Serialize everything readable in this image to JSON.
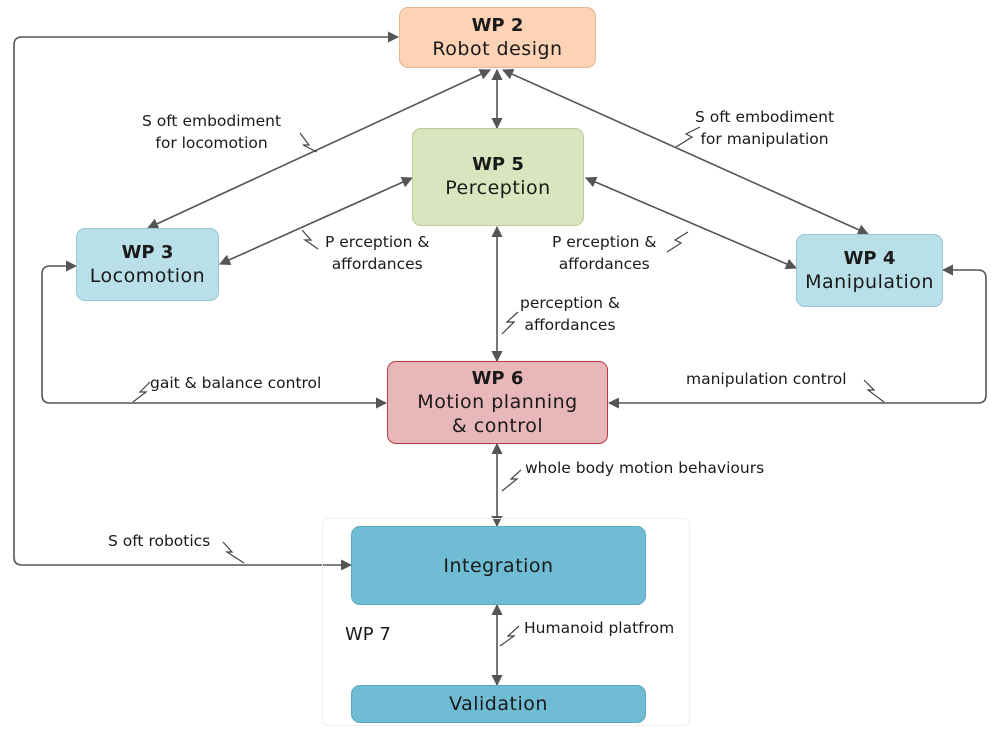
{
  "nodes": {
    "wp2": {
      "code": "WP 2",
      "name": "Robot design",
      "fill": "#fdd3b6",
      "stroke": "#e9b795"
    },
    "wp5": {
      "code": "WP 5",
      "name": "Perception",
      "fill": "#d9e5bf",
      "stroke": "#b9cc98"
    },
    "wp3": {
      "code": "WP 3",
      "name": "Locomotion",
      "fill": "#b9dfe8",
      "stroke": "#97c6d2"
    },
    "wp4": {
      "code": "WP 4",
      "name": "Manipulation",
      "fill": "#b9dfe8",
      "stroke": "#97c6d2"
    },
    "wp6": {
      "code": "WP 6",
      "name": "Motion planning & control",
      "fill": "#e8b7b9",
      "stroke": "#b53b41"
    },
    "integration": {
      "name": "Integration",
      "fill": "#6fbcd4",
      "stroke": "#5ba8c0"
    },
    "validation": {
      "name": "Validation",
      "fill": "#6fbcd4",
      "stroke": "#5ba8c0"
    }
  },
  "group": {
    "label": "WP 7"
  },
  "edge_labels": {
    "soft_locomotion": "S oft embodiment\nfor locomotion",
    "soft_manipulation": "S oft embodiment\nfor manipulation",
    "perception_left": "P erception &\naffordances",
    "perception_right": "P erception &\naffordances",
    "perception_center": "perception &\naffordances",
    "gait": "gait & balance control",
    "manipulation_control": "manipulation control",
    "whole_body": "whole body motion behaviours",
    "soft_robotics": "S oft robotics",
    "humanoid": "Humanoid platfrom"
  },
  "colors": {
    "edge": "#555555",
    "label_marker": "#444444"
  }
}
